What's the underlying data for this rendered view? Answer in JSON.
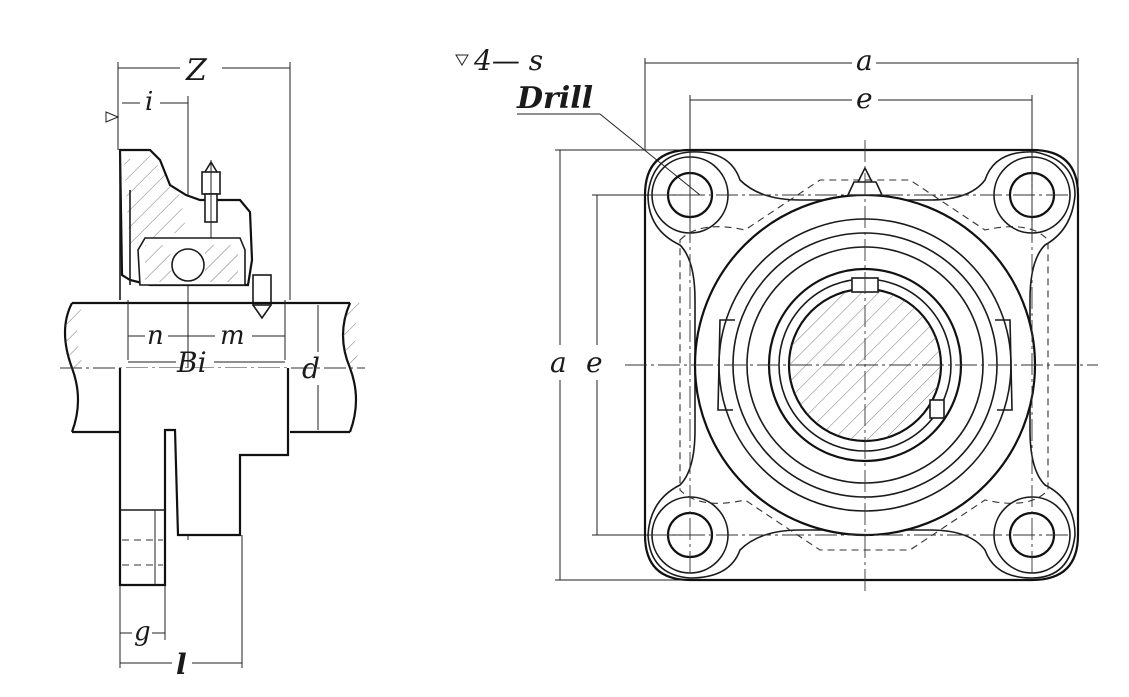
{
  "side_view": {
    "labels": {
      "Z": "Z",
      "i": "i",
      "n": "n",
      "m": "m",
      "Bi": "Bi",
      "d": "d",
      "g": "g",
      "l": "l"
    }
  },
  "front_view": {
    "labels": {
      "holes": "4— s",
      "drill": "Drill",
      "a_top": "a",
      "e_top": "e",
      "a_left": "a",
      "e_left": "e"
    }
  }
}
